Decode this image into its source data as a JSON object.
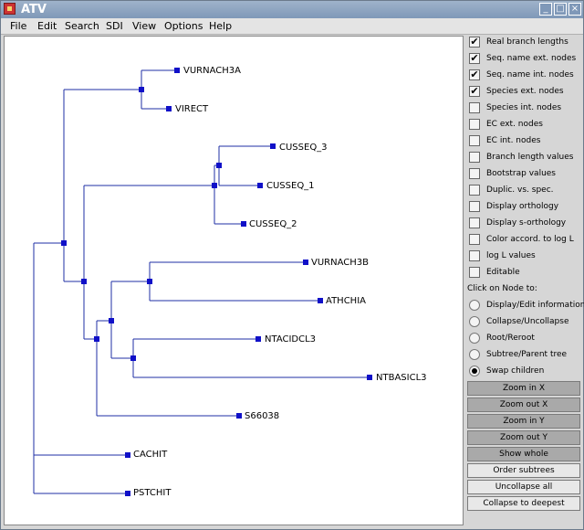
{
  "window": {
    "title": "ATV",
    "controls": [
      "_",
      "□",
      "×"
    ]
  },
  "menu": [
    "File",
    "Edit",
    "Search",
    "SDI",
    "View",
    "Options",
    "Help"
  ],
  "tree": {
    "leaves": [
      "VURNACH3A",
      "VIRECT",
      "CUSSEQ_3",
      "CUSSEQ_1",
      "CUSSEQ_2",
      "VURNACH3B",
      "ATHCHIA",
      "NTACIDCL3",
      "NTBASICL3",
      "S66038",
      "CACHIT",
      "PSTCHIT"
    ]
  },
  "options": [
    {
      "label": "Real branch lengths",
      "checked": true
    },
    {
      "label": "Seq. name ext. nodes",
      "checked": true
    },
    {
      "label": "Seq. name int. nodes",
      "checked": true
    },
    {
      "label": "Species ext. nodes",
      "checked": true
    },
    {
      "label": "Species int. nodes",
      "checked": false
    },
    {
      "label": "EC ext. nodes",
      "checked": false
    },
    {
      "label": "EC int. nodes",
      "checked": false
    },
    {
      "label": "Branch length values",
      "checked": false
    },
    {
      "label": "Bootstrap values",
      "checked": false
    },
    {
      "label": "Duplic. vs. spec.",
      "checked": false
    },
    {
      "label": "Display orthology",
      "checked": false
    },
    {
      "label": "Display s-orthology",
      "checked": false
    },
    {
      "label": "Color accord. to log L",
      "checked": false
    },
    {
      "label": "log L values",
      "checked": false
    },
    {
      "label": "Editable",
      "checked": false
    }
  ],
  "click_section": "Click on Node to:",
  "click_actions": [
    {
      "label": "Display/Edit information",
      "selected": false
    },
    {
      "label": "Collapse/Uncollapse",
      "selected": false
    },
    {
      "label": "Root/Reroot",
      "selected": false
    },
    {
      "label": "Subtree/Parent tree",
      "selected": false
    },
    {
      "label": "Swap children",
      "selected": true
    }
  ],
  "buttons": [
    {
      "label": "Zoom in X",
      "style": "dark"
    },
    {
      "label": "Zoom out X",
      "style": "dark"
    },
    {
      "label": "Zoom in Y",
      "style": "dark"
    },
    {
      "label": "Zoom out Y",
      "style": "dark"
    },
    {
      "label": "Show whole",
      "style": "dark"
    },
    {
      "label": "Order subtrees",
      "style": "light"
    },
    {
      "label": "Uncollapse all",
      "style": "light"
    },
    {
      "label": "Collapse to deepest",
      "style": "light"
    }
  ],
  "colors": {
    "branch": "#1f2fa6",
    "node": "#1010c8"
  }
}
